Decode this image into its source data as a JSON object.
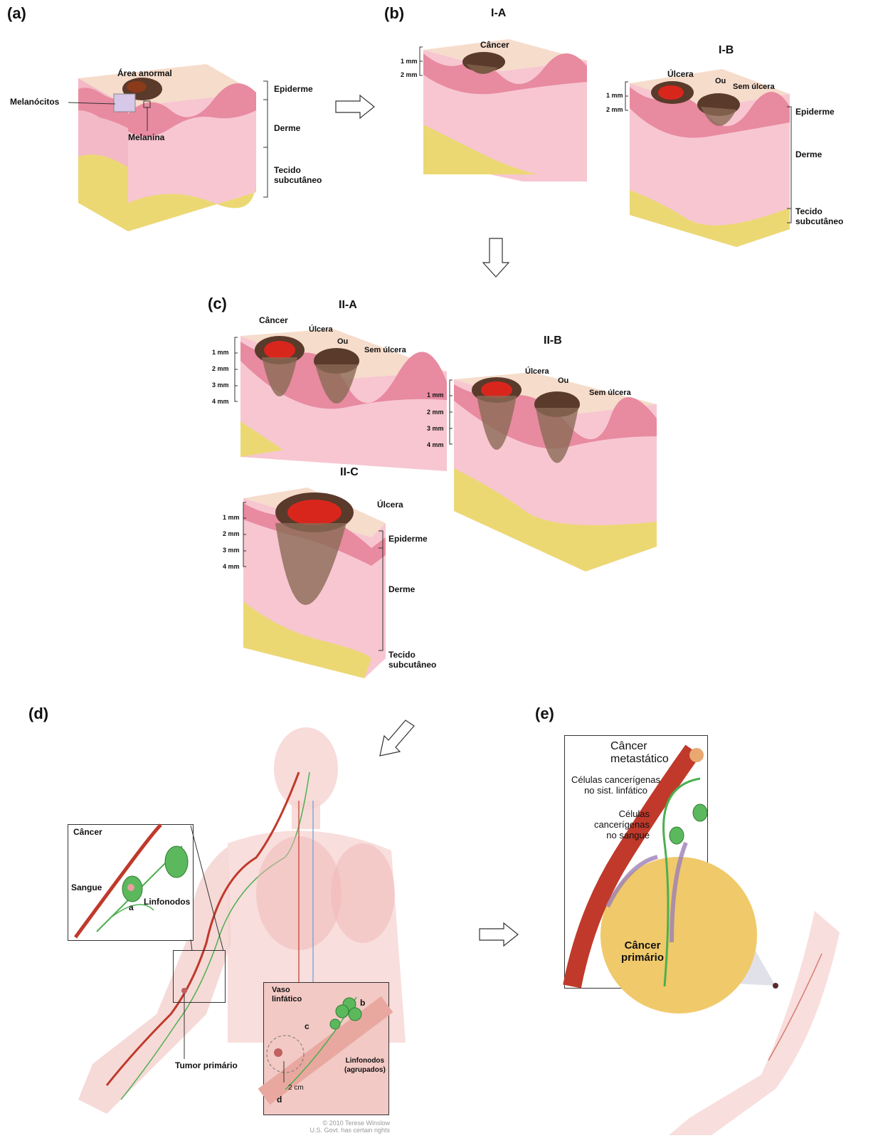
{
  "panels": {
    "a": {
      "label": "(a)",
      "abnormal_area": "Área anormal",
      "melanocytes": "Melanócitos",
      "melanin": "Melanina",
      "epidermis": "Epiderme",
      "dermis": "Derme",
      "subcutaneous": "Tecido\nsubcutâneo"
    },
    "b": {
      "label": "(b)",
      "IA": {
        "title": "I-A",
        "cancer": "Câncer",
        "mm1": "1 mm",
        "mm2": "2 mm"
      },
      "IB": {
        "title": "I-B",
        "ulcer": "Úlcera",
        "or": "Ou",
        "no_ulcer": "Sem úlcera",
        "mm1": "1 mm",
        "mm2": "2 mm",
        "epidermis": "Epiderme",
        "dermis": "Derme",
        "subcutaneous": "Tecido\nsubcutâneo"
      }
    },
    "c": {
      "label": "(c)",
      "IIA": {
        "title": "II-A",
        "cancer": "Câncer",
        "ulcer": "Úlcera",
        "or": "Ou",
        "no_ulcer": "Sem úlcera",
        "mm": [
          "1 mm",
          "2 mm",
          "3 mm",
          "4 mm"
        ]
      },
      "IIB": {
        "title": "II-B",
        "ulcer": "Úlcera",
        "or": "Ou",
        "no_ulcer": "Sem úlcera",
        "mm": [
          "1 mm",
          "2 mm",
          "3 mm",
          "4 mm"
        ]
      },
      "IIC": {
        "title": "II-C",
        "ulcer": "Úlcera",
        "epidermis": "Epiderme",
        "dermis": "Derme",
        "subcutaneous": "Tecido\nsubcutâneo",
        "mm": [
          "1 mm",
          "2 mm",
          "3 mm",
          "4 mm"
        ]
      }
    },
    "d": {
      "label": "(d)",
      "cancer": "Câncer",
      "blood": "Sangue",
      "a": "a",
      "lymph_nodes": "Linfonodos",
      "primary_tumor": "Tumor primário",
      "lymph_vessel": "Vaso\nlinfático",
      "b": "b",
      "c": "c",
      "d": "d",
      "two_cm": "2 cm",
      "lymph_nodes_grouped": "Linfonodos\n(agrupados)",
      "copyright": "© 2010 Terese Winslow\nU.S. Govt. has certain rights"
    },
    "e": {
      "label": "(e)",
      "metastatic": "Câncer\nmetastático",
      "lymph_cells": "Células cancerígenas\nno sist. linfático",
      "blood_cells": "Células\ncancerígenas\nno sangue",
      "primary": "Câncer\nprimário"
    }
  },
  "colors": {
    "skin_pink": "#f3b9c6",
    "epidermis": "#e88aa0",
    "surface": "#f6dccb",
    "fat": "#ecd873",
    "tumor": "#5a3a2a",
    "ulcer": "#d9261c",
    "vessel": "#c0392b",
    "lymph": "#4caf50",
    "body": "#f5d3d0"
  },
  "icons": [
    "arrow-right-icon",
    "arrow-down-icon",
    "arrow-down-left-icon"
  ]
}
